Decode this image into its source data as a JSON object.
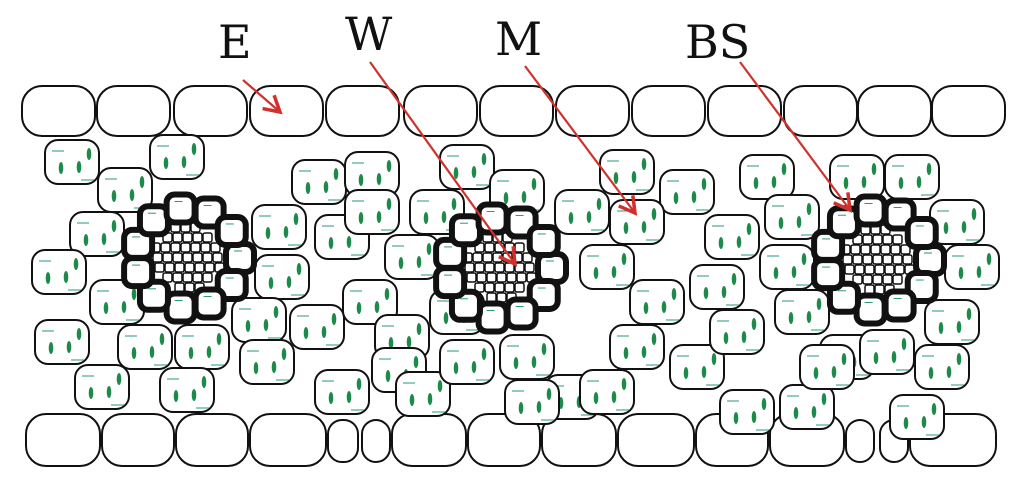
{
  "labels": {
    "epidermis": "E",
    "vein": "W",
    "mesophyll": "M",
    "bundle_sheath": "BS"
  },
  "colors": {
    "arrow": "#d0312d",
    "chloroplast": "#1e8a4a",
    "cell_line": "#2a9a7a",
    "outline": "#111111"
  }
}
